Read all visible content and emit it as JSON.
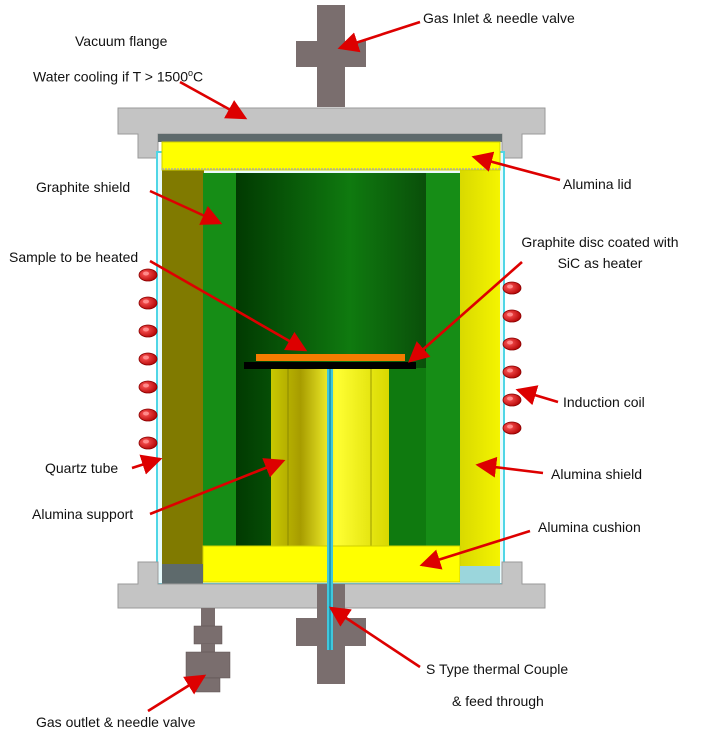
{
  "labels": {
    "gas_inlet": "Gas Inlet & needle valve",
    "vacuum_flange": "Vacuum flange",
    "water_cooling_prefix": "Water cooling if T > 1500",
    "water_cooling_degree": "o",
    "water_cooling_suffix": "C",
    "alumina_lid": "Alumina lid",
    "graphite_shield": "Graphite shield",
    "graphite_disc_line1": "Graphite disc coated with",
    "graphite_disc_line2": "SiC as heater",
    "sample": "Sample to be heated",
    "induction_coil": "Induction coil",
    "quartz_tube": "Quartz tube",
    "alumina_shield": "Alumina shield",
    "alumina_support": "Alumina support",
    "alumina_cushion": "Alumina cushion",
    "thermocouple_line1": "S Type thermal Couple",
    "thermocouple_line2": "& feed through",
    "gas_outlet": "Gas outlet & needle valve"
  },
  "colors": {
    "flange": "#c4c4c4",
    "valve": "#7a6e6e",
    "alumina": "#ffff00",
    "alumina_shade": "#e3e300",
    "graphite_shield_dark": "#003a00",
    "graphite_shield_light": "#138213",
    "olive": "#807a00",
    "quartz": "#4fd6e6",
    "coil": "#cc0000",
    "arrow": "#dd0000",
    "disc": "#000000",
    "sample": "#f57c00"
  }
}
